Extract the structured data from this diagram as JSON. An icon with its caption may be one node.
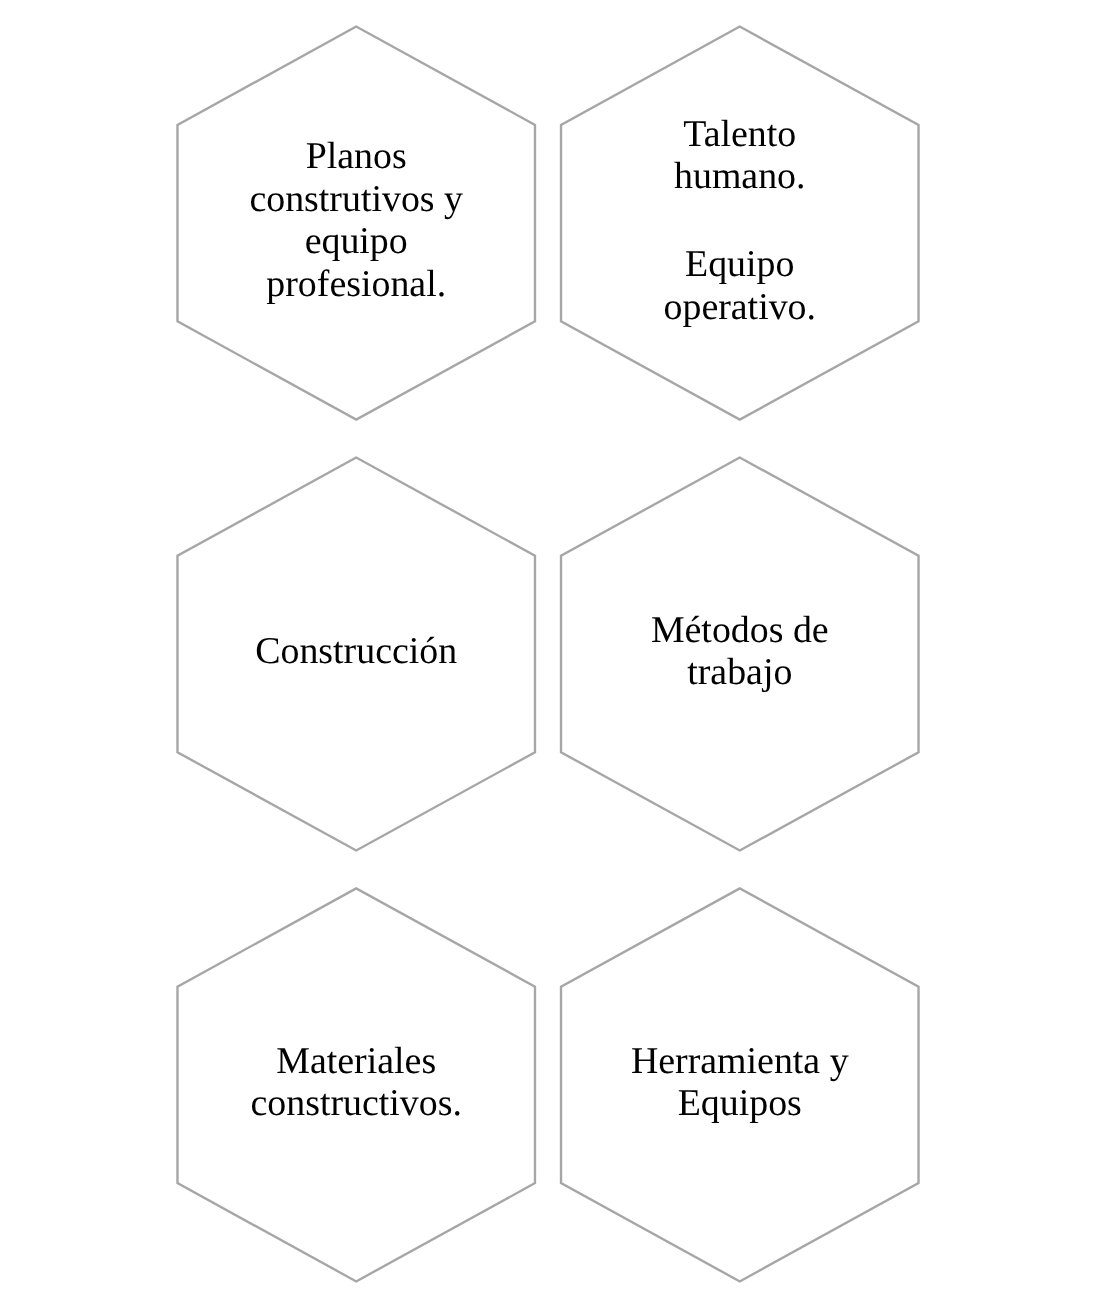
{
  "diagram": {
    "nodes": [
      {
        "text": [
          "Planos construtivos y equipo profesional."
        ]
      },
      {
        "text": [
          "Talento humano.",
          "Equipo operativo."
        ]
      },
      {
        "text": [
          "Construcción"
        ]
      },
      {
        "text": [
          "Métodos de trabajo"
        ]
      },
      {
        "text": [
          "Materiales constructivos."
        ]
      },
      {
        "text": [
          "Herramienta y Equipos"
        ]
      }
    ]
  }
}
